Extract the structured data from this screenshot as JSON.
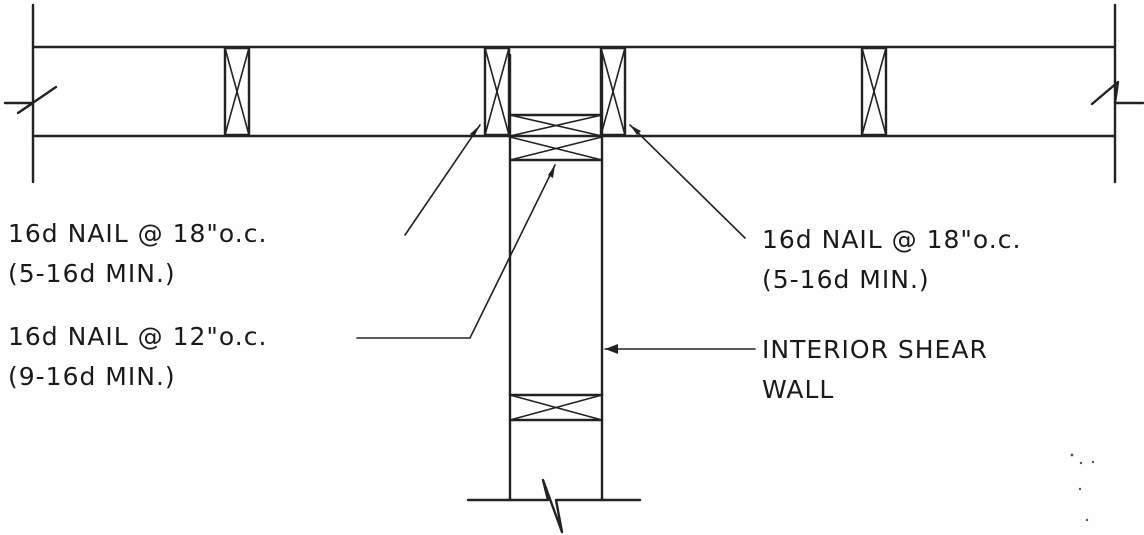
{
  "notes": {
    "left_top_line1": "16d NAIL @ 18\"o.c.",
    "left_top_line2": "(5-16d MIN.)",
    "left_bottom_line1": "16d NAIL @ 12\"o.c.",
    "left_bottom_line2": "(9-16d MIN.)",
    "right_top_line1": "16d NAIL @ 18\"o.c.",
    "right_top_line2": "(5-16d MIN.)",
    "wall_label_line1": "INTERIOR SHEAR",
    "wall_label_line2": "WALL"
  }
}
